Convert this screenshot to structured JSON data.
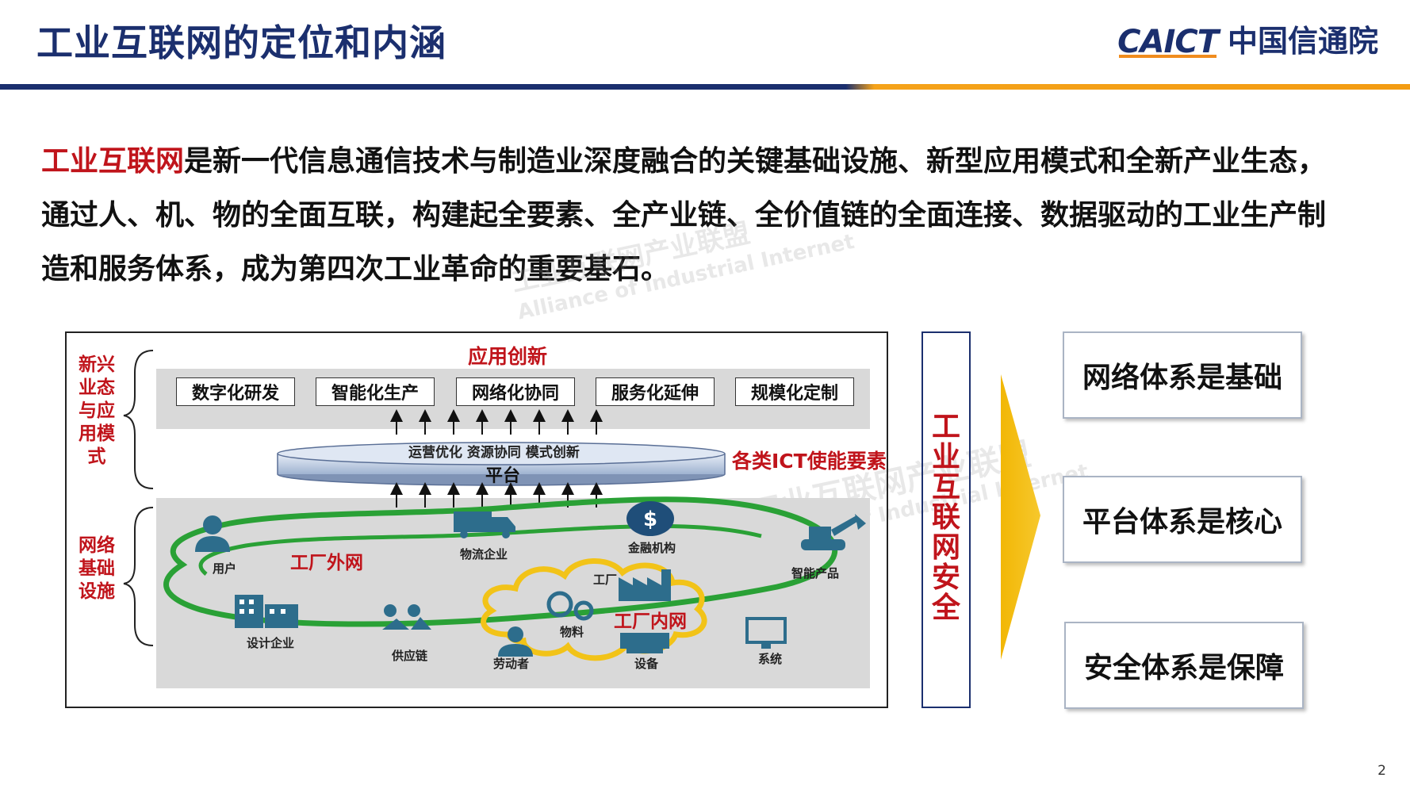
{
  "header": {
    "title": "工业互联网的定位和内涵",
    "logo_en": "CAICT",
    "logo_cn": "中国信通院"
  },
  "intro": {
    "highlight": "工业互联网",
    "text": "是新一代信息通信技术与制造业深度融合的关键基础设施、新型应用模式和全新产业生态，通过人、机、物的全面互联，构建起全要素、全产业链、全价值链的全面连接、数据驱动的工业生产制造和服务体系，成为第四次工业革命的重要基石。"
  },
  "watermark": {
    "cn": "工业互联网产业联盟",
    "en": "Alliance of Industrial Internet"
  },
  "diagram": {
    "app_title": "应用创新",
    "app_boxes": [
      "数字化研发",
      "智能化生产",
      "网络化协同",
      "服务化延伸",
      "规模化定制"
    ],
    "platform_sub": "运营优化    资源协同    模式创新",
    "platform_label": "平台",
    "ict_label": "各类ICT使能要素",
    "left_top_label": "新兴业态与应用模式",
    "left_bottom_label": "网络基础设施",
    "outer_net": "工厂外网",
    "inner_net": "工厂内网",
    "nodes": {
      "user": "用户",
      "logistics": "物流企业",
      "finance": "金融机构",
      "smart_product": "智能产品",
      "factory": "工厂",
      "design": "设计企业",
      "supply": "供应链",
      "material": "物料",
      "worker": "劳动者",
      "device": "设备",
      "system": "系统"
    }
  },
  "security": {
    "label": "工业互联网安全",
    "chars": [
      "工",
      "业",
      "互",
      "联",
      "网",
      "安",
      "全"
    ]
  },
  "pillars": [
    "网络体系是基础",
    "平台体系是核心",
    "安全体系是保障"
  ],
  "page_number": "2",
  "colors": {
    "navy": "#1b2f6e",
    "orange": "#f5a31a",
    "red": "#c0141b",
    "green": "#2aa136",
    "yellow": "#f2c318",
    "icon_blue": "#2d6d8c"
  }
}
